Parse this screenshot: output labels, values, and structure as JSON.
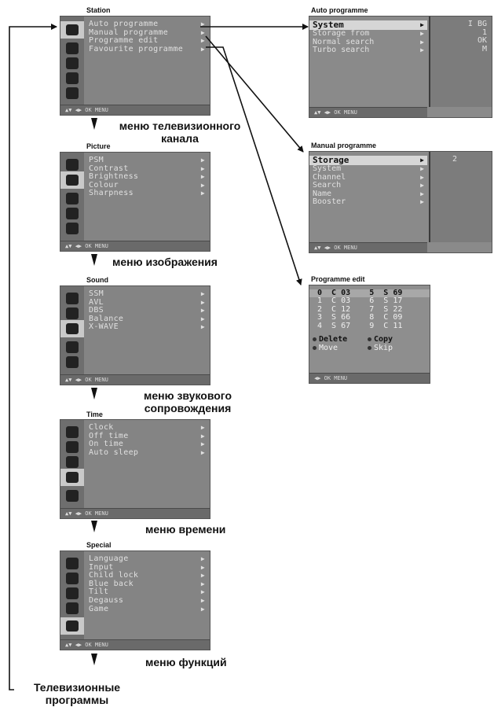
{
  "station": {
    "title": "Station",
    "items": [
      "Auto programme",
      "Manual programme",
      "Programme edit",
      "Favourite programme"
    ],
    "footer": "▲▼ ◀▶ OK MENU",
    "caption": "меню телевизионного\nканала"
  },
  "picture": {
    "title": "Picture",
    "items": [
      "PSM",
      "Contrast",
      "Brightness",
      "Colour",
      "Sharpness"
    ],
    "footer": "▲▼ ◀▶ OK MENU",
    "caption": "меню изображения"
  },
  "sound": {
    "title": "Sound",
    "items": [
      "SSM",
      "AVL",
      "DBS",
      "Balance",
      "X-WAVE"
    ],
    "footer": "▲▼ ◀▶ OK MENU",
    "caption": "меню звукового\nсопровождения"
  },
  "time": {
    "title": "Time",
    "items": [
      "Clock",
      "Off time",
      "On time",
      "Auto sleep"
    ],
    "footer": "▲▼ ◀▶ OK MENU",
    "caption": "меню времени"
  },
  "special": {
    "title": "Special",
    "items": [
      "Language",
      "Input",
      "Child lock",
      "Blue back",
      "Tilt",
      "Degauss",
      "Game"
    ],
    "footer": "▲▼ ◀▶ OK MENU",
    "caption": "меню функций"
  },
  "tv_programmes_label": "Телевизионные\nпрограммы",
  "auto_programme": {
    "title": "Auto programme",
    "items": [
      "System",
      "Storage from",
      "Normal search",
      "Turbo search"
    ],
    "values": [
      "I BG",
      "1",
      "OK",
      "M"
    ],
    "footer": "▲▼ ◀▶ OK MENU"
  },
  "manual_programme": {
    "title": "Manual programme",
    "items": [
      "Storage",
      "System",
      "Channel",
      "Search",
      "Name",
      "Booster"
    ],
    "values": [
      "2"
    ],
    "footer": "▲▼ ◀▶ OK MENU"
  },
  "programme_edit": {
    "title": "Programme edit",
    "rows": [
      "0  C 03    5  S 69",
      "1  C 03    6  S 17",
      "2  C 12    7  S 22",
      "3  S 66    8  C 09",
      "4  S 67    9  C 11"
    ],
    "actions": [
      [
        "Delete",
        "Copy"
      ],
      [
        "Move",
        "Skip"
      ]
    ],
    "footer": "◀▶ OK MENU"
  }
}
